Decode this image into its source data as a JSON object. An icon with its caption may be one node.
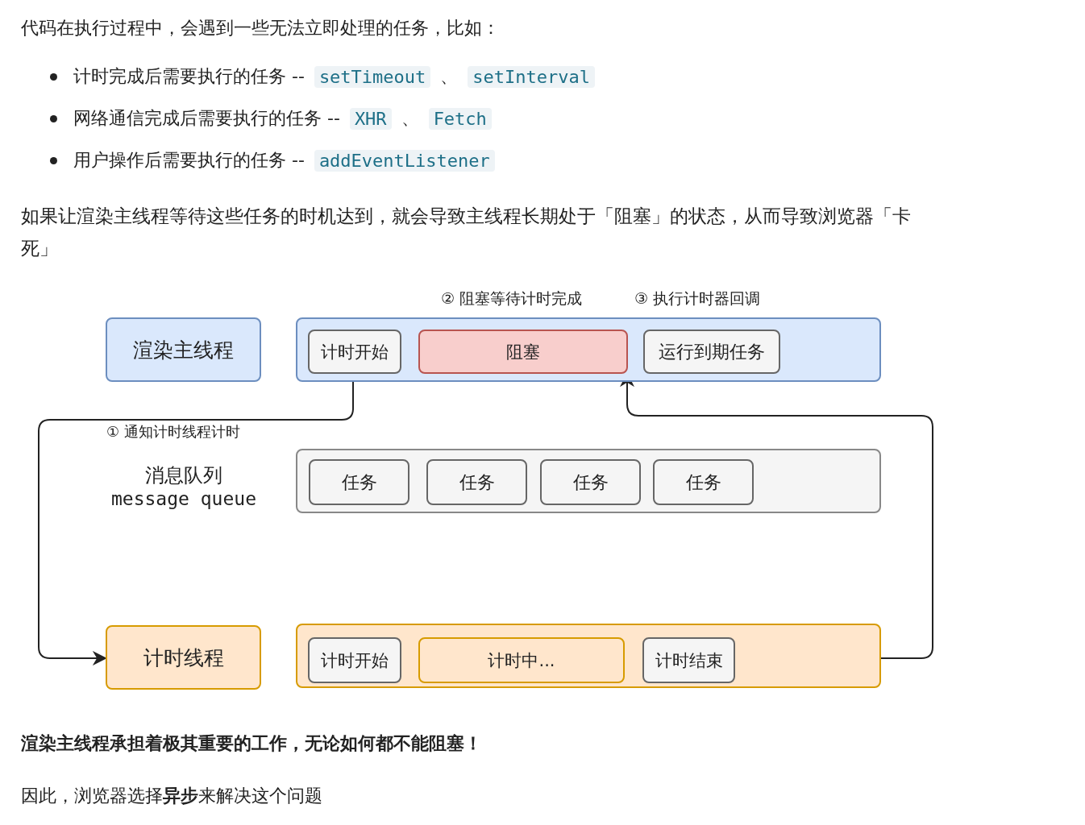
{
  "diagram": {
    "nodes": [
      {
        "text": [
          "渲染主线程"
        ]
      },
      {
        "text": [],
        "shape": "box"
      },
      {
        "text": [
          "计时开始"
        ],
        "in": 1
      },
      {
        "text": [
          "阻塞"
        ],
        "in": 1
      },
      {
        "text": [
          "运行到期任务"
        ],
        "in": 1
      },
      {
        "text": [],
        "shape": "box"
      },
      {
        "text": [
          "任务"
        ],
        "in": 5
      },
      {
        "text": [
          "任务"
        ],
        "in": 5
      },
      {
        "text": [
          "任务"
        ],
        "in": 5
      },
      {
        "text": [
          "任务"
        ],
        "in": 5
      },
      {
        "text": [
          "计时线程"
        ]
      },
      {
        "text": [],
        "shape": "box"
      },
      {
        "text": [
          "计时开始"
        ],
        "in": 11
      },
      {
        "text": [
          "计时中..."
        ],
        "in": 11
      },
      {
        "text": [
          "计时结束"
        ],
        "in": 11
      }
    ],
    "edges": [
      {
        "from": 2,
        "to": 10,
        "arrow": "to",
        "label": "① 通知计时线程计时"
      },
      {
        "from": 14,
        "to": 3,
        "arrow": "to"
      }
    ],
    "labels": [
      "代码在执行过程中，会遇到一些无法立即处理的任务，比如：",
      "计时完成后需要执行的任务 --",
      "setTimeout",
      "、",
      "setInterval",
      "网络通信完成后需要执行的任务 --",
      "XHR",
      "、",
      "Fetch",
      "用户操作后需要执行的任务 --",
      "addEventListener",
      "如果让渲染主线程等待这些任务的时机达到，就会导致主线程长期处于「阻塞」的状态，从而导致浏览器「卡死」",
      "② 阻塞等待计时完成",
      "③ 执行计时器回调",
      "消息队列",
      "message queue",
      "渲染主线程承担着极其重要的工作，无论如何都不能阻塞！",
      "因此，浏览器选择**异步**来解决这个问题"
    ]
  }
}
